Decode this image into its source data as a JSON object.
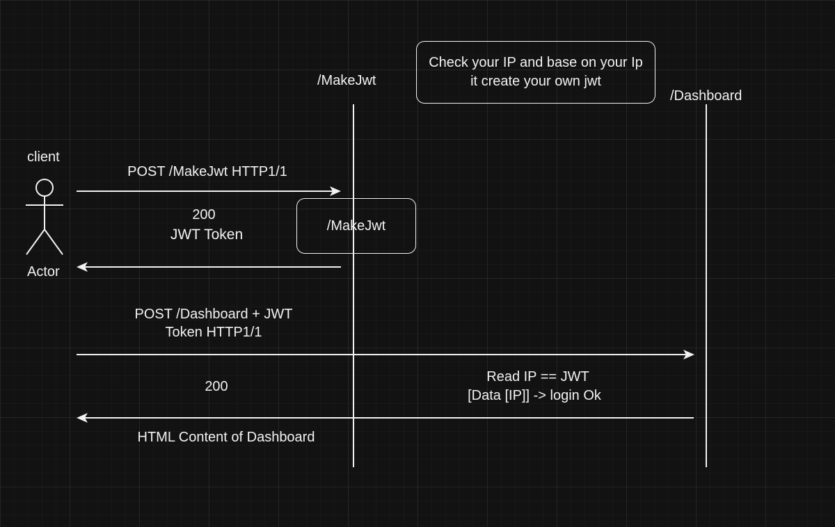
{
  "colors": {
    "background": "#121212",
    "stroke": "#f2f2f2"
  },
  "lifelines": {
    "makejwt_label": "/MakeJwt",
    "dashboard_label": "/Dashboard"
  },
  "actor": {
    "top_label": "client",
    "bottom_label": "Actor"
  },
  "notes": {
    "ip_note": "Check your IP and base on your Ip it create your own jwt",
    "makejwt_box": "/MakeJwt"
  },
  "messages": {
    "post_makejwt": "POST /MakeJwt HTTP1/1",
    "resp_200_line1": "200",
    "resp_200_line2": "JWT Token",
    "post_dashboard_line1": "POST /Dashboard + JWT",
    "post_dashboard_line2": "Token HTTP1/1",
    "read_ip_line1": "Read IP == JWT",
    "read_ip_line2": "[Data [IP]] -> login Ok",
    "resp_dashboard_code": "200",
    "resp_dashboard_content": "HTML Content of Dashboard"
  }
}
